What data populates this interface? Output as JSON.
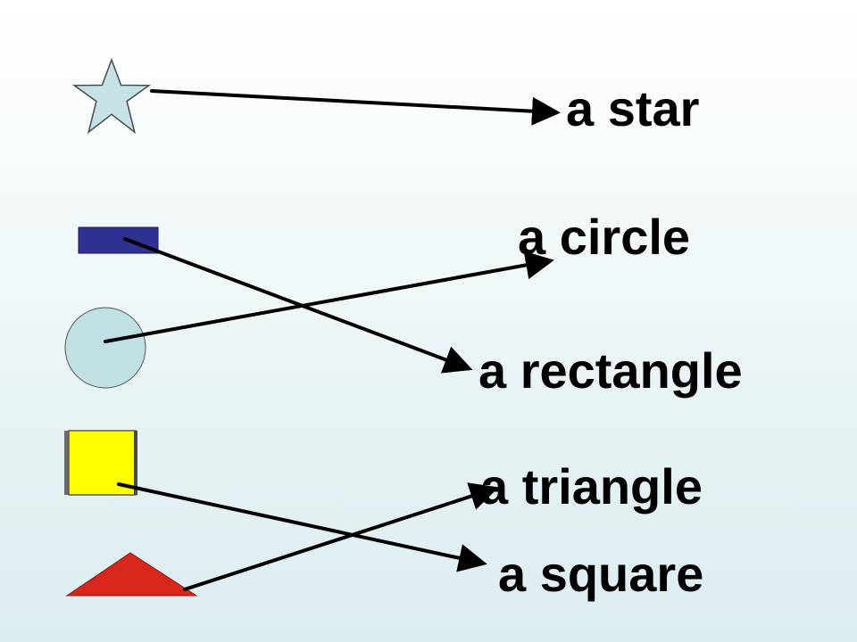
{
  "words": {
    "star": "a star",
    "circle": "a circle",
    "rectangle": "a rectangle",
    "triangle": "a triangle",
    "square": "a square"
  },
  "shapes": {
    "star": {
      "fill": "#c5e3e6",
      "stroke": "#4a4a4a"
    },
    "rectangle": {
      "fill": "#2e3192",
      "stroke": "#1a1a5a"
    },
    "circle": {
      "fill": "#c0e0e4",
      "stroke": "#555555"
    },
    "square": {
      "fill": "#ffff00",
      "stroke": "#5a5a5a"
    },
    "triangle": {
      "fill": "#d9261c",
      "stroke": "#8a1a10"
    }
  },
  "connections": [
    {
      "from": "star",
      "to": "star"
    },
    {
      "from": "rectangle",
      "to": "rectangle"
    },
    {
      "from": "circle",
      "to": "circle"
    },
    {
      "from": "square",
      "to": "square"
    },
    {
      "from": "triangle",
      "to": "triangle"
    }
  ],
  "arrow_color": "#000000"
}
